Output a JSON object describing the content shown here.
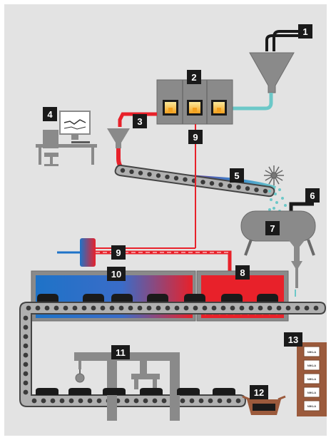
{
  "labels": {
    "l1": "1",
    "l2": "2",
    "l3": "3",
    "l4": "4",
    "l5": "5",
    "l6": "6",
    "l7": "7",
    "l8": "8",
    "l9a": "9",
    "l9b": "9",
    "l10": "10",
    "l11": "11",
    "l12": "12",
    "l13": "13"
  },
  "packages": [
    "NIKLA",
    "NIKLA",
    "NIKLA",
    "NIKLA",
    "NIKLA"
  ],
  "colors": {
    "background": "#e3e3e3",
    "machine": "#8a8a8a",
    "dark": "#1a1a1a",
    "hot": "#e8212a",
    "cold": "#1e73c8",
    "cyan": "#6cc8c8",
    "brown": "#9b5a3c"
  },
  "icons": {
    "hopper": "funnel-icon",
    "computer": "computer-workstation-icon",
    "sun": "starburst-icon",
    "flame": "flame-icon"
  }
}
